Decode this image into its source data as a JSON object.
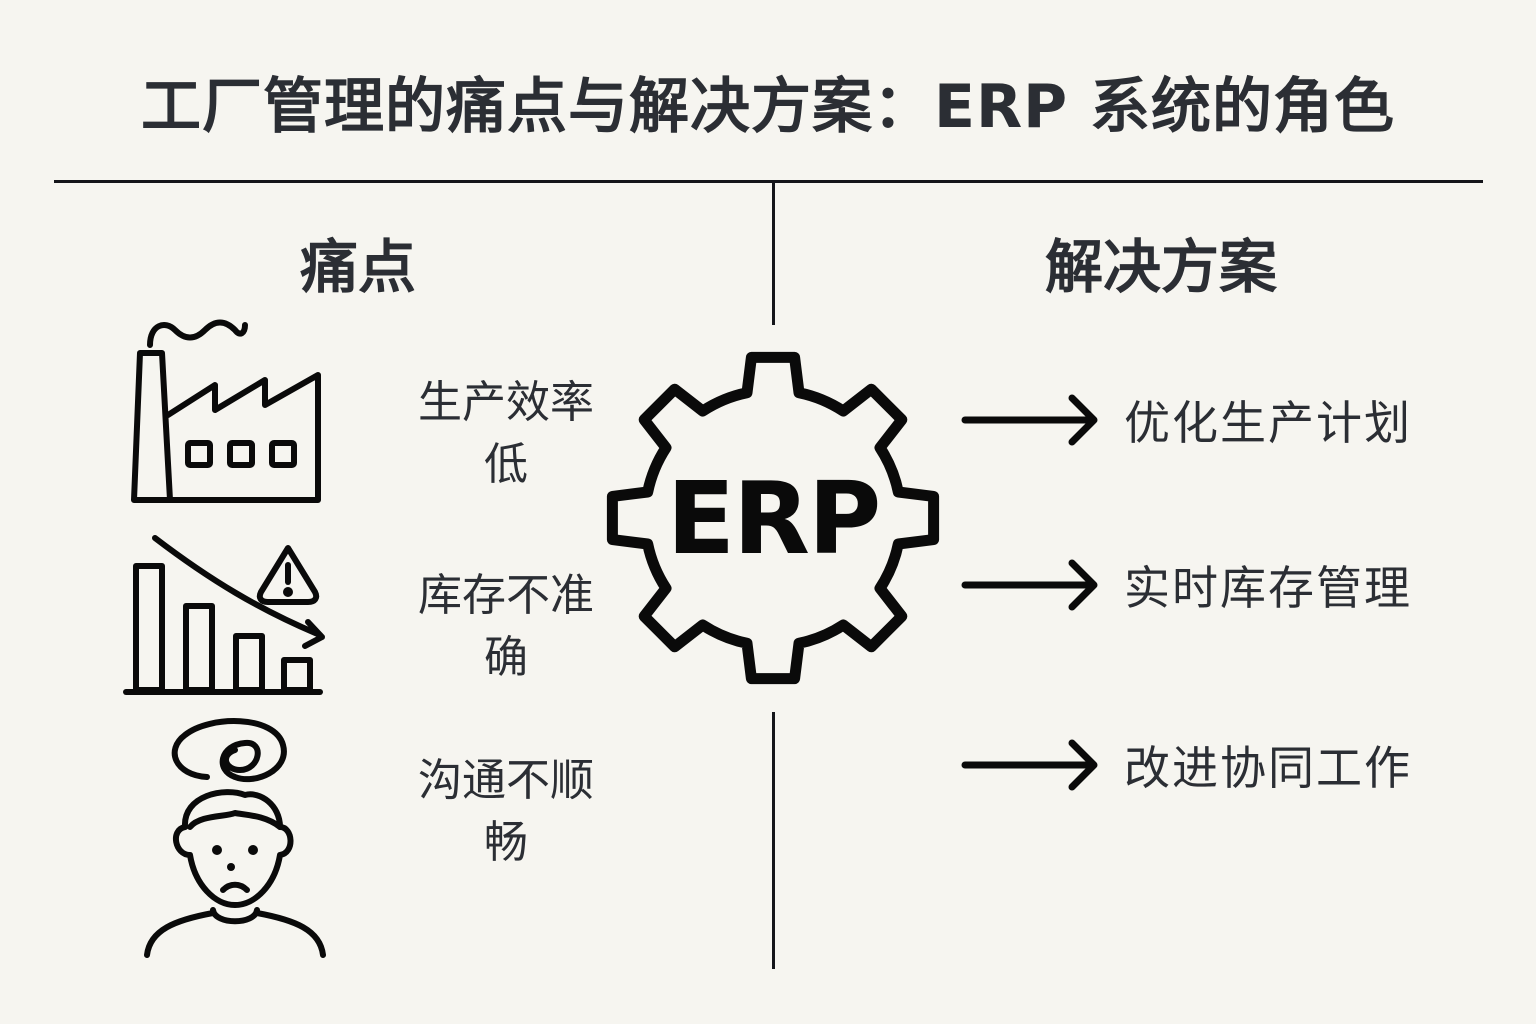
{
  "title": "工厂管理的痛点与解决方案：ERP 系统的角色",
  "sections": {
    "pain_points_header": "痛点",
    "solutions_header": "解决方案"
  },
  "center": {
    "icon": "gear-icon",
    "label": "ERP"
  },
  "pain_points": [
    {
      "icon": "factory-icon",
      "line1": "生产效率",
      "line2": "低"
    },
    {
      "icon": "declining-chart-warning-icon",
      "line1": "库存不准",
      "line2": "确"
    },
    {
      "icon": "confused-person-icon",
      "line1": "沟通不顺",
      "line2": "畅"
    }
  ],
  "solutions": [
    {
      "icon": "arrow-right-icon",
      "label": "优化生产计划"
    },
    {
      "icon": "arrow-right-icon",
      "label": "实时库存管理"
    },
    {
      "icon": "arrow-right-icon",
      "label": "改进协同工作"
    }
  ],
  "colors": {
    "background": "#f6f5f0",
    "text": "#2b2e34",
    "stroke": "#0a0a0a"
  }
}
